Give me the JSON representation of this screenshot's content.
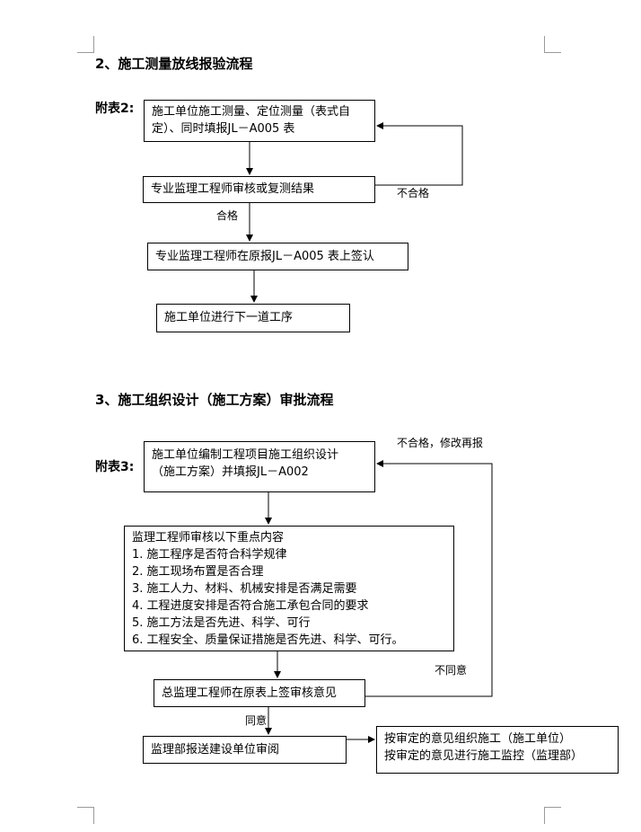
{
  "section2": {
    "heading": "2、施工测量放线报验流程",
    "attachment": "附表2:",
    "box1": [
      "施工单位施工测量、定位测量（表式自",
      "定）、同时填报JL－A005 表"
    ],
    "box2": "专业监理工程师审核或复测结果",
    "box3": "专业监理工程师在原报JL－A005 表上签认",
    "box4": "施工单位进行下一道工序",
    "label_fail": "不合格",
    "label_pass": "合格"
  },
  "section3": {
    "heading": "3、施工组织设计（施工方案）审批流程",
    "attachment": "附表3:",
    "label_fail_resubmit": "不合格，修改再报",
    "box1": [
      "施工单位编制工程项目施工组织设计",
      "（施工方案）并填报JL－A002"
    ],
    "box2": [
      "监理工程师审核以下重点内容",
      "1. 施工程序是否符合科学规律",
      "2. 施工现场布置是否合理",
      "3. 施工人力、材料、机械安排是否满足需要",
      "4. 工程进度安排是否符合施工承包合同的要求",
      "5. 施工方法是否先进、科学、可行",
      "6. 工程安全、质量保证措施是否先进、科学、可行。"
    ],
    "label_disagree": "不同意",
    "box3": "总监理工程师在原表上签审核意见",
    "label_agree": "同意",
    "box4": "监理部报送建设单位审阅",
    "box5": [
      "按审定的意见组织施工（施工单位）",
      "按审定的意见进行施工监控（监理部）"
    ]
  }
}
